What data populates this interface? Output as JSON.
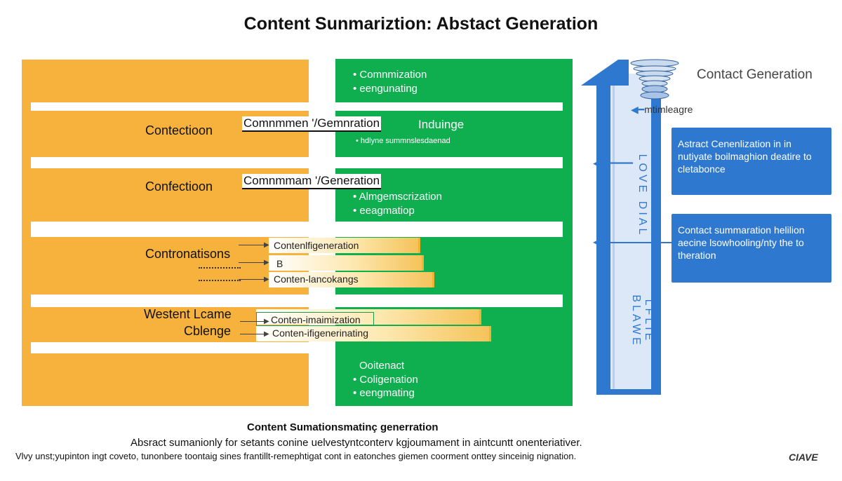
{
  "title": "Content Sunmariztion: Abstact Generation",
  "orange": {
    "label1": "Contectioon",
    "label2": "Confectioon",
    "label3": "Contronatisons",
    "label4a": "Westent Lcame",
    "label4b": "Cblenge"
  },
  "green": {
    "top_bullets": [
      "Comnmization",
      "eengunating"
    ],
    "overlay1": "Comnmmen '/Gemnration",
    "overlay1_suffix": "Induinge",
    "small_bullet": "hdlyne summnslesdaenad",
    "overlay2": "Comnmmam '/Generation",
    "mid_bullets": [
      "Almgemscrization",
      "eeagmatiop"
    ],
    "bottom_heading": "Ooitenact",
    "bottom_bullets": [
      "Coligenation",
      "eengmating"
    ]
  },
  "bars": {
    "bar1": "Contenlfigeneration",
    "bar2": "B",
    "bar3": "Conten-lancokangs",
    "bar4": "Conten-imaimization",
    "bar5": "Conten-ifigenerinating"
  },
  "right": {
    "contact_generation": "Contact Generation",
    "small_label": "mtimleagre",
    "box1": "Astract Cenenlization in in nutiyate boilmaghion deatire to cletabonce",
    "box2": "Contact summaration helilion aecine lsowhooling/nty the to theration",
    "arrow_glyphs_top": "LOVE DIAL",
    "arrow_glyphs_bottom": "LFLIE BLAWE"
  },
  "footer": {
    "heading": "Content Sumationsmatinç generration",
    "line1": "Absract sumanionly for setants conine uelvestyntconterv kgjoumament in aintcuntt onenteriativer.",
    "line2": "Vlvy unst;yupinton ingt coveto, tunonbere toontaig sines frantillt-remephtigat cont in eatonches giemen coorment onttey sinceinig nignation.",
    "logo": "CIAVE"
  }
}
